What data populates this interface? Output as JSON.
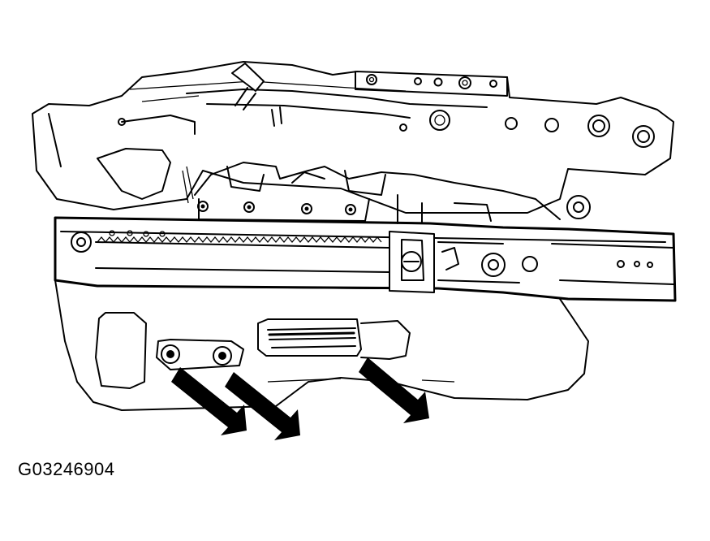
{
  "figure": {
    "label": "G03246904",
    "subject": "seat-track-assembly",
    "arrows": [
      "bolt-arrow-left",
      "bolt-arrow-middle",
      "trim-arrow-right"
    ]
  },
  "colors": {
    "line": "#000000",
    "background": "#ffffff"
  }
}
